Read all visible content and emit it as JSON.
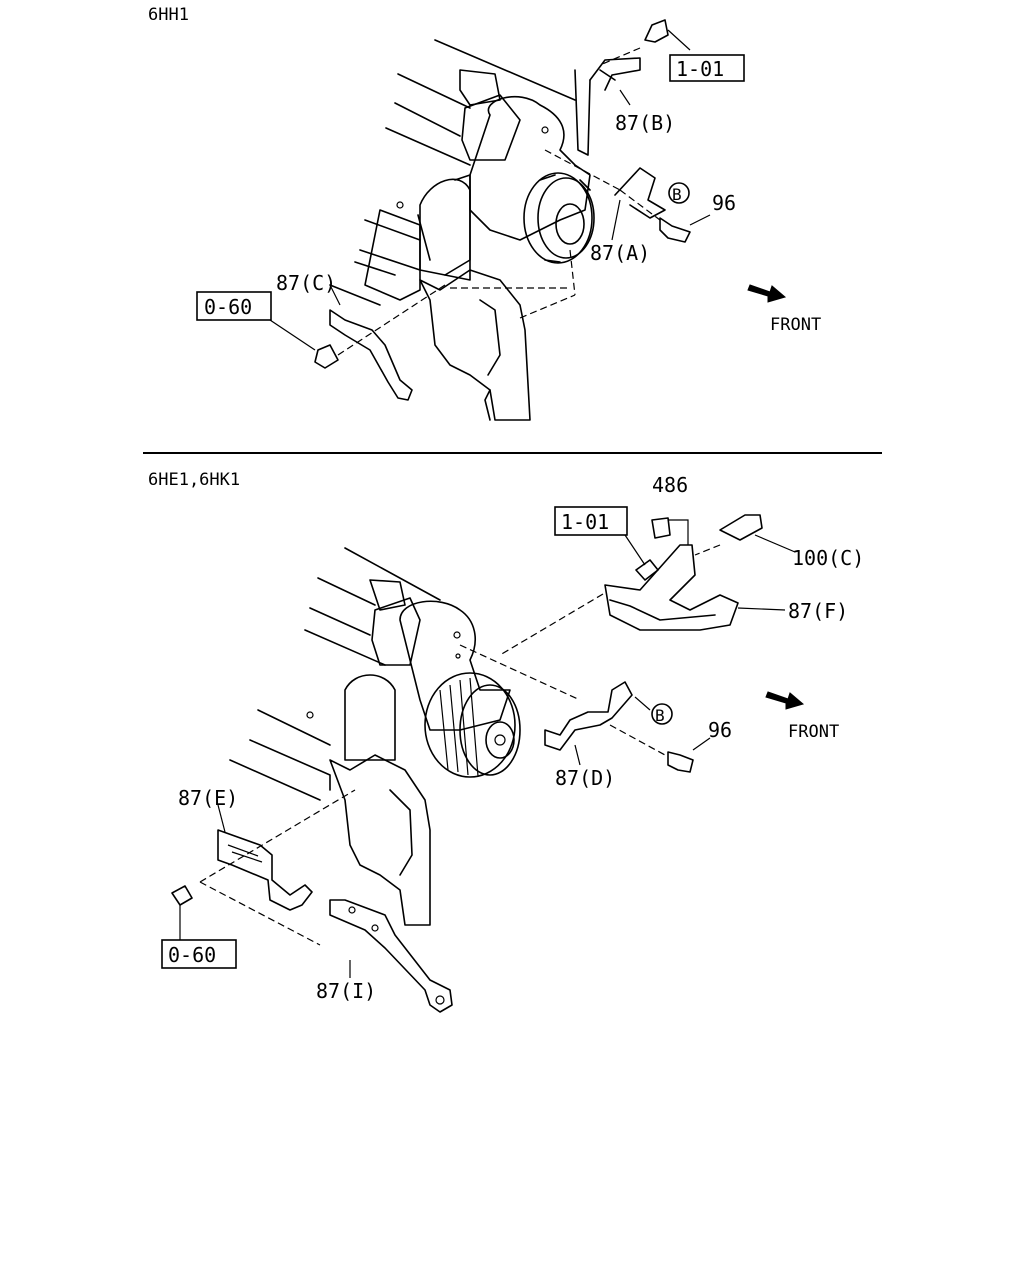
{
  "sections": [
    {
      "variant": "6HH1",
      "callouts": {
        "ref_1_01": "1-01",
        "p87B": "87(B)",
        "marker_b": "B",
        "p96": "96",
        "p87A": "87(A)",
        "p87C": "87(C)",
        "ref_0_60": "0-60"
      },
      "front_label": "FRONT"
    },
    {
      "variant": "6HE1,6HK1",
      "callouts": {
        "p486": "486",
        "ref_1_01": "1-01",
        "p100C": "100(C)",
        "p87F": "87(F)",
        "marker_b": "B",
        "p96": "96",
        "p87D": "87(D)",
        "p87E": "87(E)",
        "ref_0_60": "0-60",
        "p87I": "87(I)"
      },
      "front_label": "FRONT"
    }
  ]
}
